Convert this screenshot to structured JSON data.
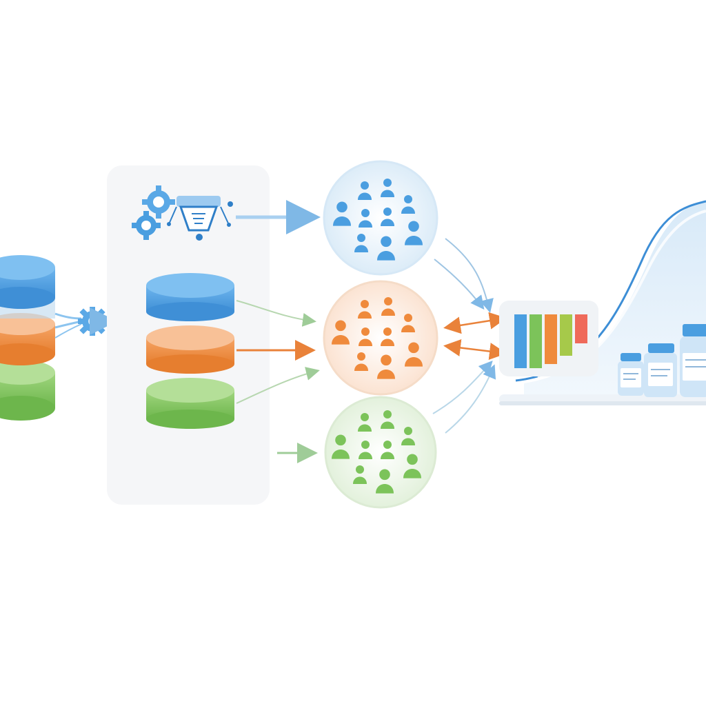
{
  "diagram": {
    "colors": {
      "blue": "#4a9ee0",
      "blue_light": "#8cc4ef",
      "orange": "#ef8a3c",
      "orange_light": "#f6b98a",
      "green": "#7cc35a",
      "green_light": "#a8d98f",
      "panel": "#f5f6f8",
      "arrow_blue": "#7fb8e6",
      "arrow_orange": "#e9823a",
      "arrow_green": "#a6cfa0"
    },
    "source_database": {
      "layers": [
        "blue",
        "orange",
        "green"
      ],
      "icon": "database-stack-icon"
    },
    "processing_panel": {
      "icons": [
        "gear-icon",
        "funnel-filter-icon"
      ],
      "segments": [
        "blue",
        "orange",
        "green"
      ]
    },
    "clusters": [
      {
        "color": "blue",
        "members": 10,
        "icon": "people-group-icon"
      },
      {
        "color": "orange",
        "members": 10,
        "icon": "people-group-icon"
      },
      {
        "color": "green",
        "members": 10,
        "icon": "people-group-icon"
      }
    ],
    "output": {
      "chart_icon": "bar-chart-icon",
      "bar_colors": [
        "#4a9ee0",
        "#7cc35a",
        "#ef8a3c",
        "#a6c94a",
        "#ef6a5a"
      ],
      "bottles_icon": "medicine-bottles-icon",
      "curve": "growth-curve"
    }
  }
}
